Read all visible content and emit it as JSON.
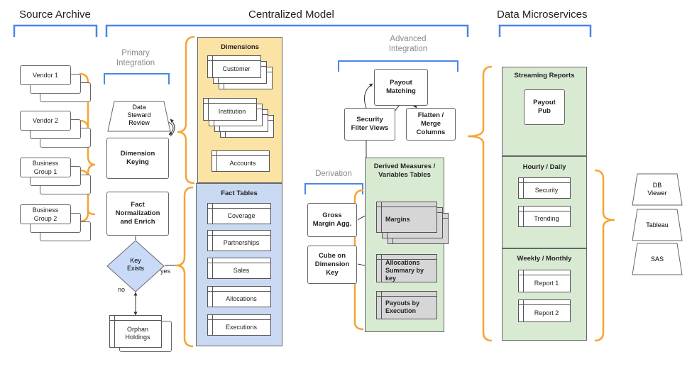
{
  "headers": {
    "source_archive": "Source Archive",
    "centralized_model": "Centralized Model",
    "data_microservices": "Data Microservices"
  },
  "subheaders": {
    "primary_integration": "Primary\nIntegration",
    "advanced_integration": "Advanced\nIntegration",
    "derivation": "Derivation"
  },
  "sources": [
    "Vendor 1",
    "Vendor 2",
    "Business\nGroup 1",
    "Business\nGroup 2"
  ],
  "primary": {
    "data_steward_review": "Data\nSteward\nReview",
    "dimension_keying": "Dimension\nKeying",
    "fact_normalization": "Fact\nNormalization\nand Enrich",
    "key_exists": "Key\nExists",
    "yes": "yes",
    "no": "no",
    "orphan_holdings": "Orphan\nHoldings"
  },
  "dimensions": {
    "title": "Dimensions",
    "items": [
      "Customer",
      "Institution",
      "Accounts"
    ]
  },
  "fact_tables": {
    "title": "Fact Tables",
    "items": [
      "Coverage",
      "Partnerships",
      "Sales",
      "Allocations",
      "Executions"
    ]
  },
  "advanced": {
    "payout_matching": "Payout\nMatching",
    "security_filter_views": "Security\nFilter Views",
    "flatten_merge": "Flatten /\nMerge\nColumns"
  },
  "derivation": {
    "gross_margin": "Gross\nMargin Agg.",
    "cube_on_dimension": "Cube on\nDimension\nKey"
  },
  "derived": {
    "title": "Derived Measures /\nVariables Tables",
    "items": [
      "Margins",
      "Allocations\nSummary by\nkey",
      "Payouts by\nExecution"
    ]
  },
  "streaming": {
    "title": "Streaming Reports",
    "payout_pub": "Payout\nPub"
  },
  "hourly": {
    "title": "Hourly / Daily",
    "items": [
      "Security",
      "Trending"
    ]
  },
  "weekly": {
    "title": "Weekly / Monthly",
    "items": [
      "Report 1",
      "Report 2"
    ]
  },
  "consumers": [
    "DB\nViewer",
    "Tableau",
    "SAS"
  ],
  "colors": {
    "blue_bracket": "#4a86e8",
    "orange_brace": "#f6a434",
    "dimensions_fill": "#fbe3a6",
    "fact_fill": "#c9d9f2",
    "green_fill": "#d9ead3",
    "diamond_fill": "#c9daf8",
    "gray_fill": "#d6d6d6"
  }
}
